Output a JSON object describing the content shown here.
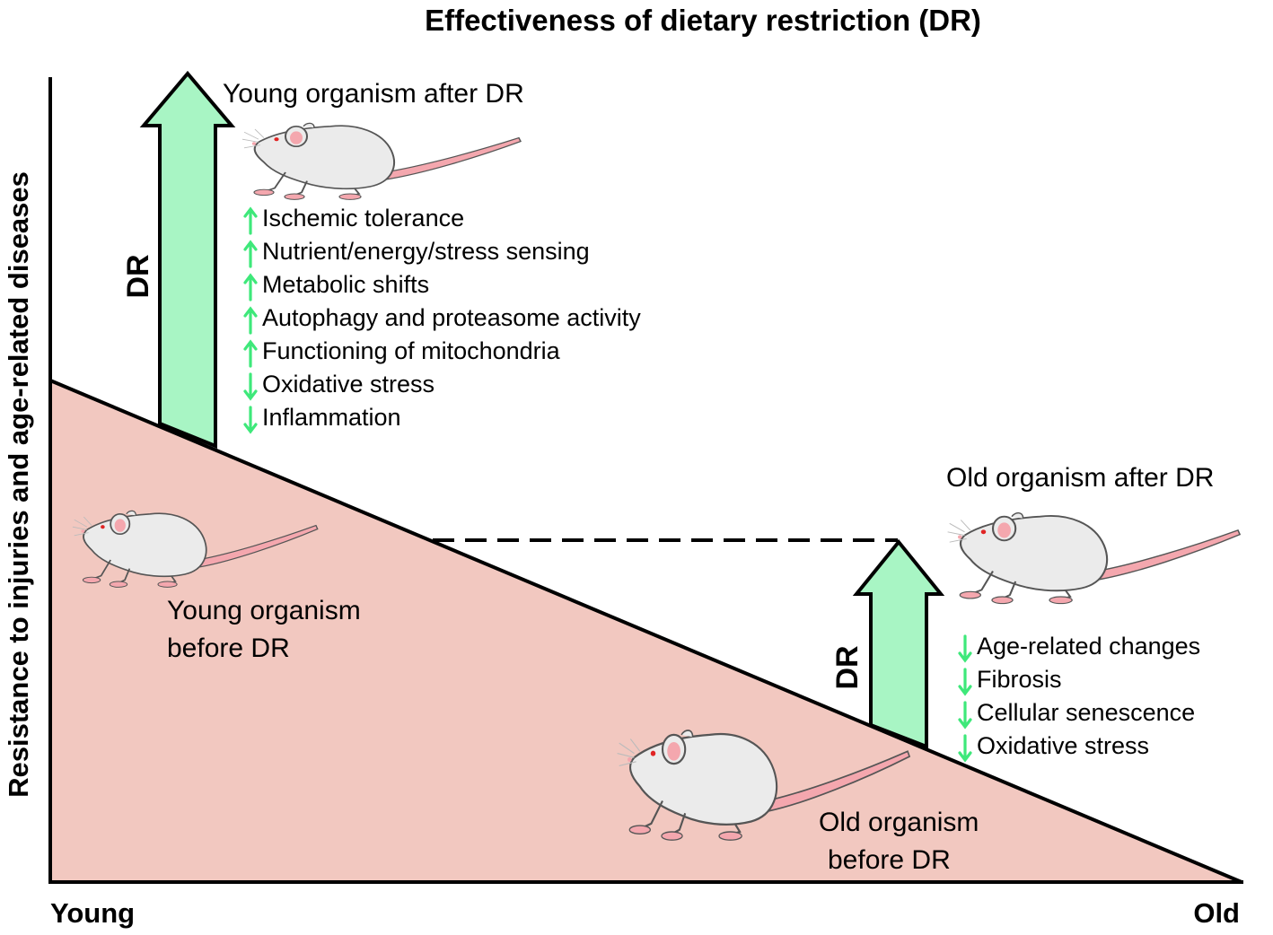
{
  "title": "Effectiveness of dietary restriction (DR)",
  "axes": {
    "y_label": "Resistance to injuries and age-related diseases",
    "x_start": "Young",
    "x_end": "Old"
  },
  "arrows": {
    "young_dr": "DR",
    "old_dr": "DR"
  },
  "labels": {
    "young_after": "Young organism after DR",
    "young_before": [
      "Young organism",
      "before DR"
    ],
    "old_after": "Old organism after DR",
    "old_before": [
      "Old organism",
      "before DR"
    ]
  },
  "young_effects": [
    {
      "direction": "up",
      "text": "Ischemic tolerance"
    },
    {
      "direction": "up",
      "text": "Nutrient/energy/stress sensing"
    },
    {
      "direction": "up",
      "text": "Metabolic shifts"
    },
    {
      "direction": "up",
      "text": "Autophagy and proteasome activity"
    },
    {
      "direction": "up",
      "text": "Functioning of mitochondria"
    },
    {
      "direction": "down",
      "text": "Oxidative stress"
    },
    {
      "direction": "down",
      "text": "Inflammation"
    }
  ],
  "old_effects": [
    {
      "direction": "down",
      "text": "Age-related changes"
    },
    {
      "direction": "down",
      "text": "Fibrosis"
    },
    {
      "direction": "down",
      "text": "Cellular senescence"
    },
    {
      "direction": "down",
      "text": "Oxidative stress"
    }
  ],
  "colors": {
    "triangle_fill": "#f2c8c0",
    "arrow_fill": "#a8f5c4",
    "small_arrow": "#3ee87a",
    "mouse_body": "#ebebeb",
    "mouse_tail": "#f4a7ae"
  }
}
